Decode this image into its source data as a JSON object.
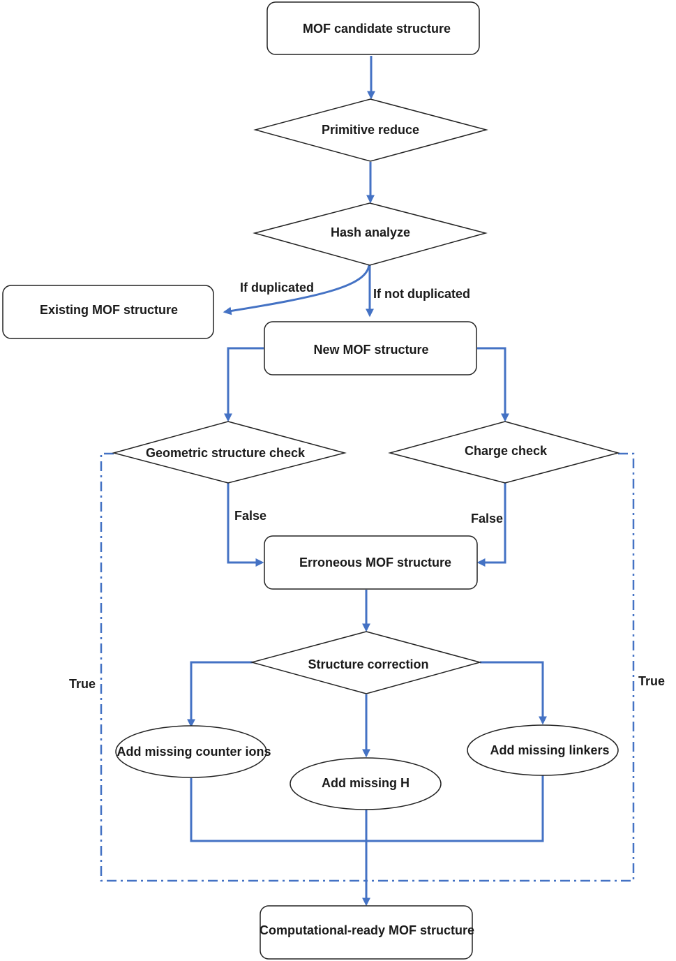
{
  "diagram": {
    "nodes": {
      "mof_candidate": "MOF candidate structure",
      "primitive_reduce": "Primitive reduce",
      "hash_analyze": "Hash analyze",
      "existing_mof": "Existing MOF structure",
      "new_mof": "New MOF structure",
      "geometric_check": "Geometric structure check",
      "charge_check": "Charge check",
      "erroneous_mof": "Erroneous MOF structure",
      "structure_correction": "Structure correction",
      "add_counter_ions": "Add missing counter ions",
      "add_missing_h": "Add missing H",
      "add_missing_linkers": "Add missing linkers",
      "computational_ready": "Computational-ready MOF structure"
    },
    "edge_labels": {
      "if_duplicated": "If duplicated",
      "if_not_duplicated": "If not duplicated",
      "false_left": "False",
      "false_right": "False",
      "true_left": "True",
      "true_right": "True"
    },
    "colors": {
      "edge": "#4472c4",
      "border": "#222222"
    }
  }
}
